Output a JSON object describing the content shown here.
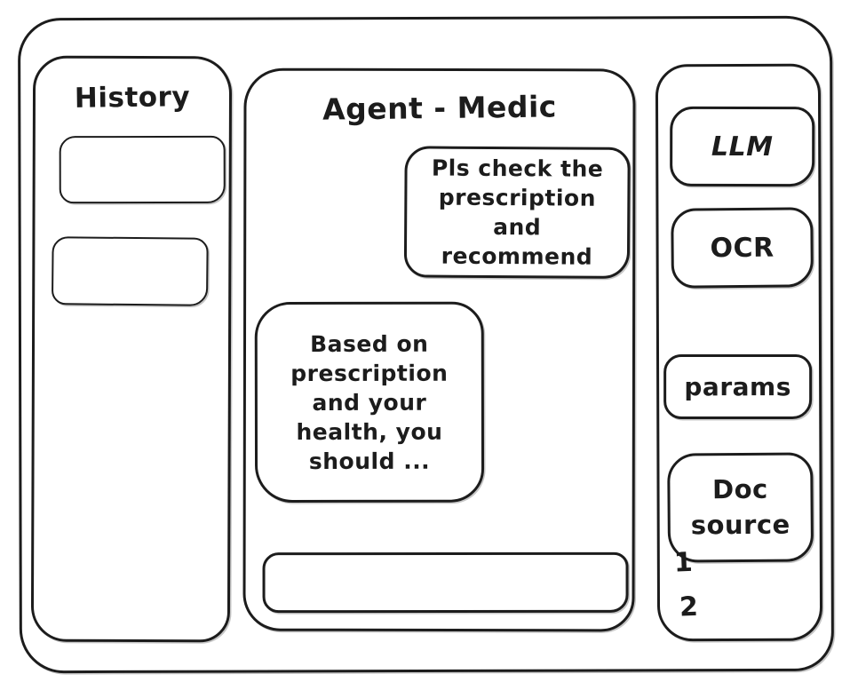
{
  "app": {
    "ink_color": "#1c1c1c",
    "background_color": "#ffffff"
  },
  "left_sidebar": {
    "title": "History",
    "items": [
      {
        "label": ""
      },
      {
        "label": ""
      }
    ]
  },
  "chat": {
    "title": "Agent - Medic",
    "messages": [
      {
        "role": "user",
        "text": "Pls check the prescription and recommend"
      },
      {
        "role": "assistant",
        "text": "Based on prescription and your health, you should ..."
      }
    ],
    "input": {
      "value": "",
      "placeholder": ""
    }
  },
  "right_sidebar": {
    "buttons": [
      {
        "label": "LLM"
      },
      {
        "label": "OCR"
      },
      {
        "label": "params"
      },
      {
        "label": "Doc source"
      }
    ],
    "doc_list": [
      "1",
      "2"
    ]
  }
}
